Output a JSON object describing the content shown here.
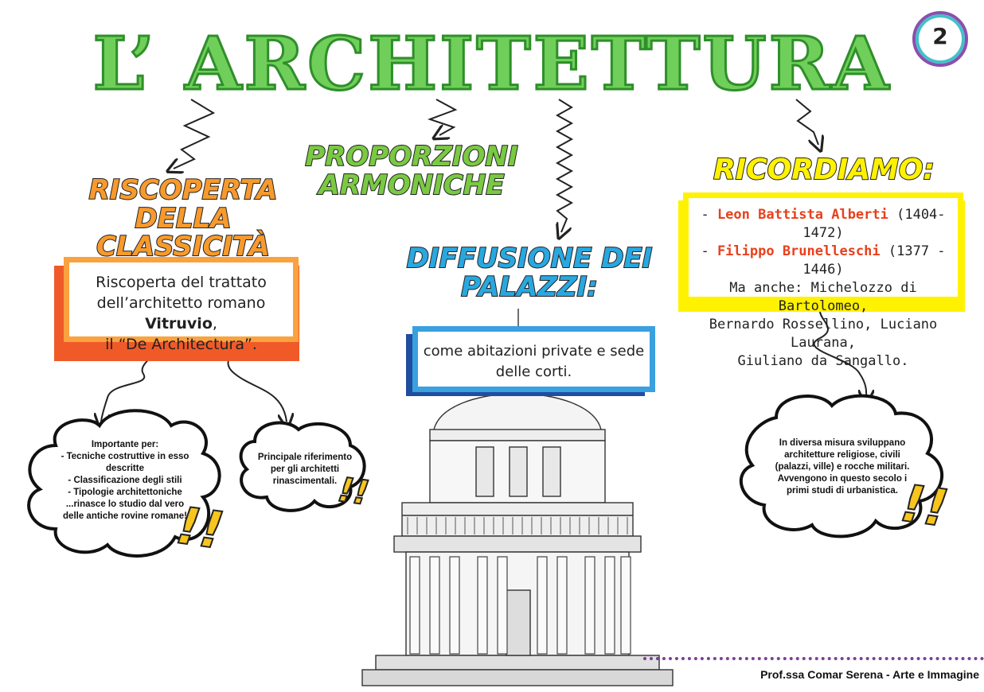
{
  "title": "L’ ARCHITETTURA",
  "page_number": "2",
  "headings": {
    "classicita": [
      "RISCOPERTA",
      "DELLA CLASSICITÀ"
    ],
    "proporzioni": [
      "PROPORZIONI",
      "ARMONICHE"
    ],
    "palazzi": [
      "DIFFUSIONE DEI",
      "PALAZZI:"
    ],
    "ricordiamo": "RICORDIAMO:"
  },
  "box_vitruvio": {
    "line1": "Riscoperta del trattato",
    "line2_pre": "dell’architetto romano ",
    "line2_bold": "Vitruvio",
    "line2_post": ",",
    "line3": "il “De Architectura”."
  },
  "box_palazzi": {
    "line1": "come abitazioni private e sede",
    "line2": "delle corti."
  },
  "box_ricordiamo": {
    "alberti_prefix": "- ",
    "alberti_name": "Leon Battista Alberti",
    "alberti_dates": " (1404- 1472)",
    "brunelleschi_prefix": "- ",
    "brunelleschi_name": "Filippo Brunelleschi",
    "brunelleschi_dates": " (1377 - 1446)",
    "line3": "Ma anche: Michelozzo di Bartolomeo,",
    "line4": "Bernardo Rossellino, Luciano Laurana,",
    "line5": "Giuliano da Sangallo."
  },
  "cloud_importante": {
    "l1": "Importante per:",
    "l2": "- Tecniche costruttive in esso",
    "l3": "descritte",
    "l4": "- Classificazione degli stili",
    "l5": "- Tipologie architettoniche",
    "l6_pre": "...rinasce lo ",
    "l6_bold": "studio dal vero",
    "l7": "delle antiche rovine romane!"
  },
  "cloud_riferimento": {
    "l1": "Principale riferimento",
    "l2": "per gli architetti",
    "l3": "rinascimentali."
  },
  "cloud_misura": {
    "l1": "In diversa misura sviluppano",
    "l2": "architetture religiose, civili",
    "l3": "(palazzi, ville) e rocche militari.",
    "l4": "Avvengono in questo secolo i",
    "l5": "primi studi di urbanistica."
  },
  "exclamation": "!!",
  "footer": "Prof.ssa Comar Serena  - Arte e Immagine",
  "colors": {
    "title_green": "#6fcf5a",
    "orange": "#f9a23f",
    "red_orange": "#f05a28",
    "blue": "#3aa0e0",
    "dark_blue": "#1f4e9e",
    "yellow": "#fff200",
    "purple": "#7b3f98",
    "name_red": "#e8401c"
  },
  "icons": [
    "squiggle-arrow-icon",
    "cloud-icon",
    "temple-illustration",
    "page-badge-icon"
  ]
}
